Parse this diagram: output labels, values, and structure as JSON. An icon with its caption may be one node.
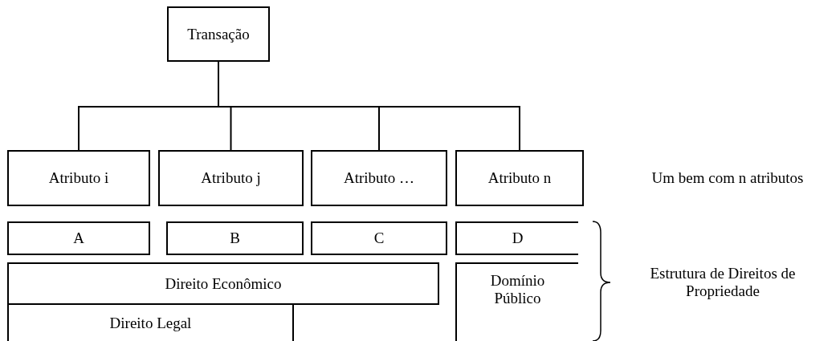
{
  "diagram": {
    "nodes": [
      {
        "text": [
          "Transação"
        ]
      },
      {
        "text": [
          "Atributo i"
        ]
      },
      {
        "text": [
          "Atributo j"
        ]
      },
      {
        "text": [
          "Atributo …"
        ]
      },
      {
        "text": [
          "Atributo n"
        ]
      },
      {
        "text": [
          "A"
        ]
      },
      {
        "text": [
          "B"
        ]
      },
      {
        "text": [
          "C"
        ]
      },
      {
        "text": [
          "D"
        ]
      },
      {
        "text": [
          "Direito Econômico"
        ]
      },
      {
        "text": [
          "Domínio Público"
        ]
      },
      {
        "text": [
          "Direito Legal"
        ]
      }
    ],
    "edges": [
      {
        "from": 0,
        "to": 1,
        "arrow": "none"
      },
      {
        "from": 0,
        "to": 2,
        "arrow": "none"
      },
      {
        "from": 0,
        "to": 3,
        "arrow": "none"
      },
      {
        "from": 0,
        "to": 4,
        "arrow": "none"
      }
    ],
    "labels": [
      "Um bem com n atributos",
      "Estrutura de Direitos de Propriedade"
    ]
  }
}
